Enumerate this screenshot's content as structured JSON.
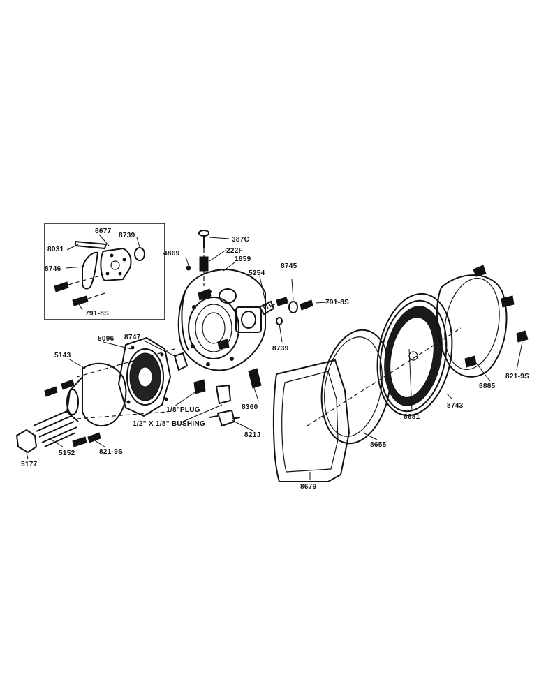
{
  "labels": {
    "l8677": "8677",
    "l8739a": "8739",
    "l8031": "8031",
    "l8746": "8746",
    "l791a": "791-8S",
    "l387c": "387C",
    "l222f": "222F",
    "l4869": "4869",
    "l1859": "1859",
    "l5254": "5254",
    "l8745": "8745",
    "l791b": "791-8S",
    "l8739b": "8739",
    "l5096": "5096",
    "l8747": "8747",
    "l5143": "5143",
    "lplug": "1/8\"PLUG",
    "lbushing": "1/2\" X 1/8\" BUSHING",
    "l8360": "8360",
    "l821j": "821J",
    "l5152": "5152",
    "l821a": "821-9S",
    "l5177": "5177",
    "l8679": "8679",
    "l8655": "8655",
    "l8681": "8681",
    "l8743": "8743",
    "l8885": "8885",
    "l821b": "821-9S"
  }
}
